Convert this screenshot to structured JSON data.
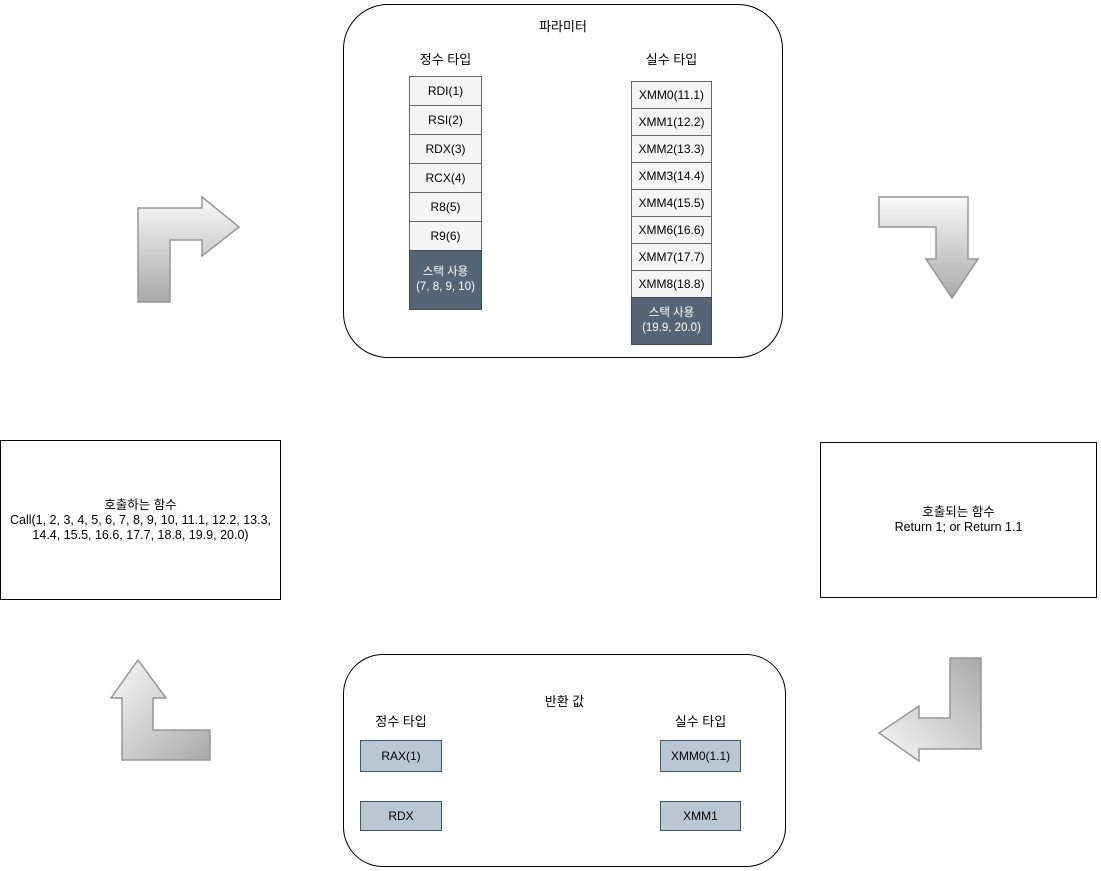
{
  "parameters": {
    "title": "파라미터",
    "integer": {
      "header": "정수 타입",
      "registers": [
        "RDI(1)",
        "RSI(2)",
        "RDX(3)",
        "RCX(4)",
        "R8(5)",
        "R9(6)"
      ],
      "stack_line1": "스택 사용",
      "stack_line2": "(7, 8, 9, 10)"
    },
    "float": {
      "header": "실수 타입",
      "registers": [
        "XMM0(11.1)",
        "XMM1(12.2)",
        "XMM2(13.3)",
        "XMM3(14.4)",
        "XMM4(15.5)",
        "XMM6(16.6)",
        "XMM7(17.7)",
        "XMM8(18.8)"
      ],
      "stack_line1": "스택 사용",
      "stack_line2": "(19.9, 20.0)"
    }
  },
  "caller": {
    "title": "호출하는 함수",
    "call_line1": "Call(1, 2, 3, 4, 5, 6, 7, 8, 9, 10, 11.1, 12.2, 13.3,",
    "call_line2": "14.4, 15.5, 16.6, 17.7, 18.8, 19.9, 20.0)"
  },
  "callee": {
    "title": "호출되는 함수",
    "body": "Return 1; or Return 1.1"
  },
  "return_values": {
    "title": "반환 값",
    "integer": {
      "header": "정수 타입",
      "registers": [
        "RAX(1)",
        "RDX"
      ]
    },
    "float": {
      "header": "실수 타입",
      "registers": [
        "XMM0(1.1)",
        "XMM1"
      ]
    }
  },
  "colors": {
    "stack_fill": "#556575",
    "stack_border": "#3b4a59",
    "return_reg_fill": "#b9c7d3",
    "return_reg_border": "#42586c",
    "register_fill": "#f5f5f5",
    "register_border": "#666666",
    "panel_border": "#000000",
    "arrow_light": "#f9f9f9",
    "arrow_dark": "#a9a9a9",
    "arrow_border": "#969696"
  }
}
